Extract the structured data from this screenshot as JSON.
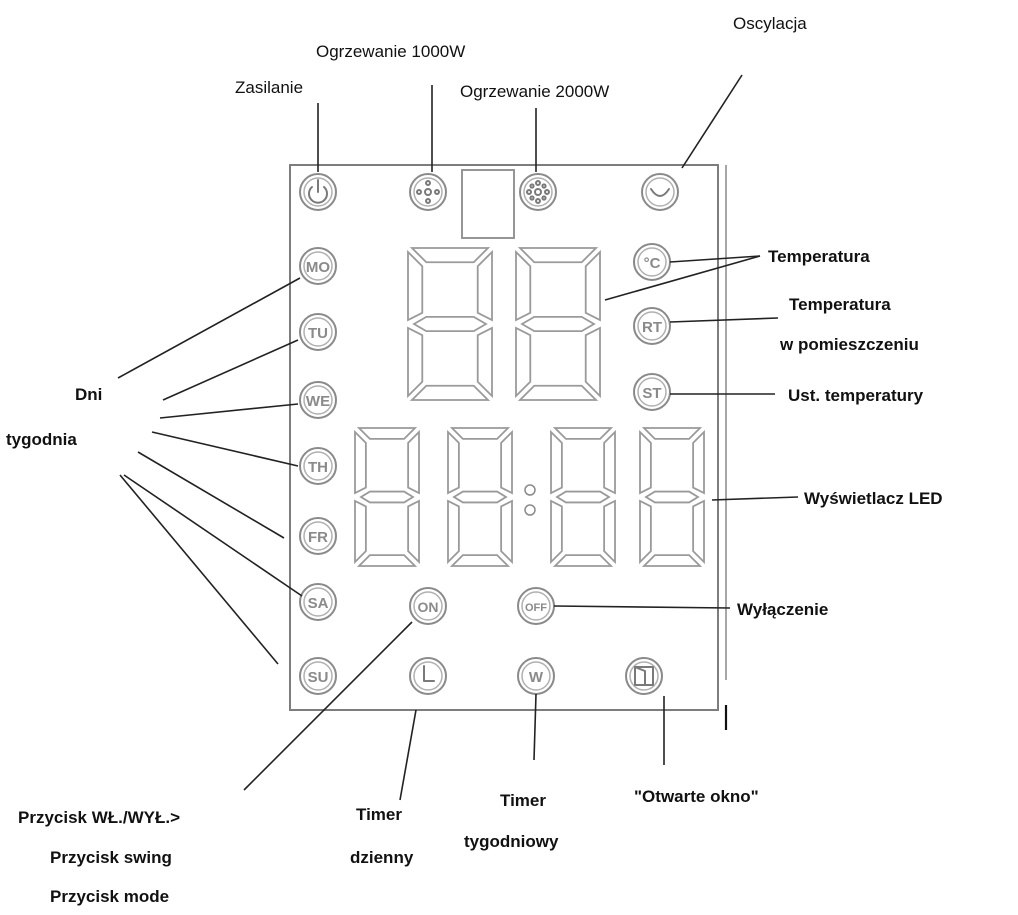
{
  "labels": {
    "zasilanie": "Zasilanie",
    "ogrz1000": "Ogrzewanie 1000W",
    "ogrz2000": "Ogrzewanie 2000W",
    "oscylacja": "Oscylacja",
    "temperatura": "Temperatura",
    "temp_pom_1": "Temperatura",
    "temp_pom_2": "w pomieszczeniu",
    "ust_temp": "Ust. temperatury",
    "dni_1": "Dni",
    "dni_2": "tygodnia",
    "wyswietlacz": "Wyświetlacz LED",
    "wylaczenie": "Wyłączenie",
    "przycisk_1": "Przycisk WŁ./WYŁ.>",
    "przycisk_2": "Przycisk swing",
    "przycisk_3": "Przycisk mode",
    "timer_dz_1": "Timer",
    "timer_dz_2": "dzienny",
    "timer_tyg_1": "Timer",
    "timer_tyg_2": "tygodniowy",
    "otwarte_okno": "\"Otwarte okno\""
  },
  "icons": {
    "celsius": "°C",
    "rt": "RT",
    "st": "ST",
    "on": "ON",
    "off": "OFF",
    "w": "W",
    "days": [
      "MO",
      "TU",
      "WE",
      "TH",
      "FR",
      "SA",
      "SU"
    ]
  },
  "colors": {
    "icon_stroke": "#8a8a8a",
    "segment_stroke": "#9a9a9a",
    "text": "#111111"
  }
}
